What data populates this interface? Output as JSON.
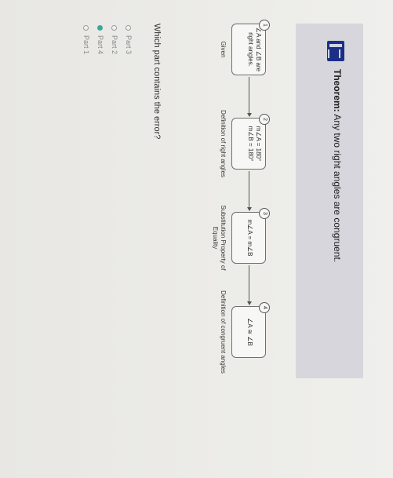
{
  "theorem": {
    "label": "Theorem:",
    "text": "Any two right angles are congruent."
  },
  "steps": [
    {
      "num": "1",
      "lines": [
        "∠A and ∠B are",
        "right angles."
      ],
      "reason": "Given"
    },
    {
      "num": "2",
      "lines": [
        "m∠A = 180°",
        "m∠B = 180°"
      ],
      "reason": "Definition of right angles"
    },
    {
      "num": "3",
      "lines": [
        "m∠A = m∠B"
      ],
      "reason": "Substitution Property of Equality"
    },
    {
      "num": "4",
      "lines": [
        "∠A ≅ ∠B"
      ],
      "reason": "Definition of congruent angles"
    }
  ],
  "question": "Which part contains the error?",
  "options": [
    {
      "label": "Part 3",
      "selected": false
    },
    {
      "label": "Part 2",
      "selected": false
    },
    {
      "label": "Part 4",
      "selected": true
    },
    {
      "label": "Part 1",
      "selected": false
    }
  ]
}
